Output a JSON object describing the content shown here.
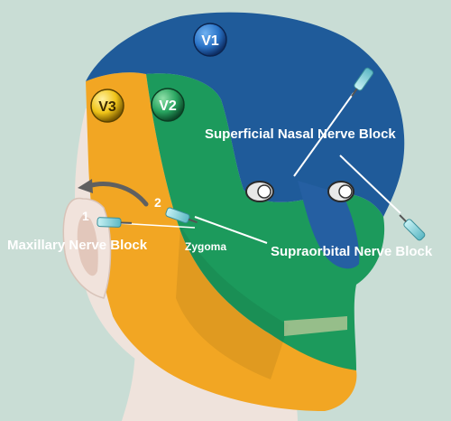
{
  "colors": {
    "background": "#c9ddd5",
    "skin": "#efe3dc",
    "v1": "#1f5b9a",
    "v2": "#1c9a5c",
    "v3": "#f2a623",
    "badge_v1": "#2a74c8",
    "badge_v2": "#27a45f",
    "badge_v3": "#f0c418",
    "needle": "#7fd3dc",
    "label_text": "#ffffff"
  },
  "badges": {
    "v1": "V1",
    "v2": "V2",
    "v3": "V3"
  },
  "labels": {
    "superficial_nasal": "Superficial Nasal Nerve Block",
    "supraorbital": "Supraorbital Nerve Block",
    "maxillary": "Maxillary Nerve Block",
    "zygoma": "Zygoma",
    "marker_1": "1",
    "marker_2": "2"
  },
  "icons": [
    "face-3d-illustration",
    "needle-icon",
    "curved-arrow-icon"
  ]
}
